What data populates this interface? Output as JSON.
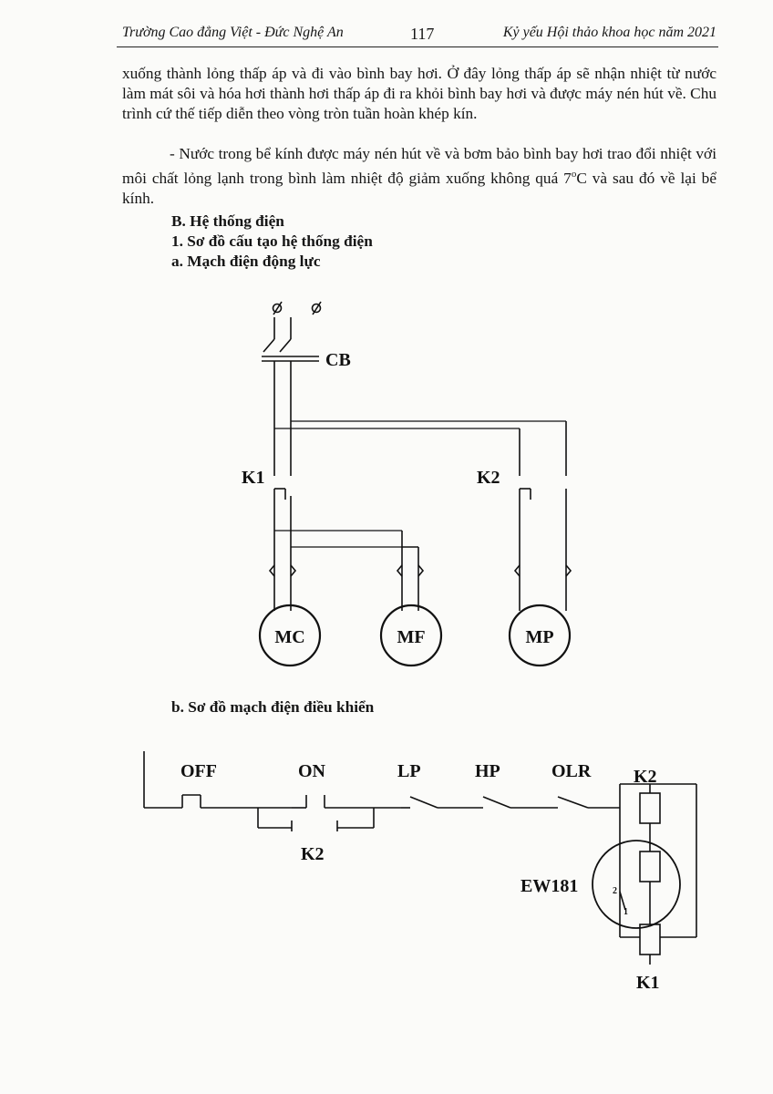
{
  "header": {
    "left": "Trường Cao đẳng Việt - Đức Nghệ An",
    "page_number": "117",
    "right": "Kỷ yếu Hội thảo khoa học năm 2021"
  },
  "paragraphs": {
    "p1": "xuống thành lỏng thấp áp và đi vào bình bay hơi. Ở đây lỏng thấp áp sẽ nhận nhiệt từ nước làm mát sôi và hóa hơi thành hơi thấp áp đi ra khỏi bình bay hơi và được máy nén hút về. Chu trình cứ thế tiếp diễn theo vòng tròn tuần hoàn khép kín.",
    "p2_before": "- Nước trong bể kính được máy nén hút về và bơm bảo bình bay hơi trao đổi nhiệt với môi chất lỏng lạnh trong bình làm nhiệt độ giảm xuống không quá 7",
    "p2_sup": "o",
    "p2_after": "C và sau đó về lại bể kính."
  },
  "headings": {
    "section_b": "B. Hệ thống điện",
    "sub_1": "1. Sơ đồ cấu tạo hệ thống điện",
    "sub_a": "a. Mạch điện động lực",
    "sub_b": "b. Sơ đồ mạch điện điều khiển"
  },
  "power_circuit": {
    "breaker": "CB",
    "contactor_1": "K1",
    "contactor_2": "K2",
    "motors": [
      "MC",
      "MF",
      "MP"
    ]
  },
  "control_circuit": {
    "off": "OFF",
    "on": "ON",
    "lp": "LP",
    "hp": "HP",
    "olr": "OLR",
    "hold_contact": "K2",
    "coil_top": "K2",
    "controller": "EW181",
    "coil_bottom": "K1",
    "pin_1": "1",
    "pin_2": "2"
  }
}
